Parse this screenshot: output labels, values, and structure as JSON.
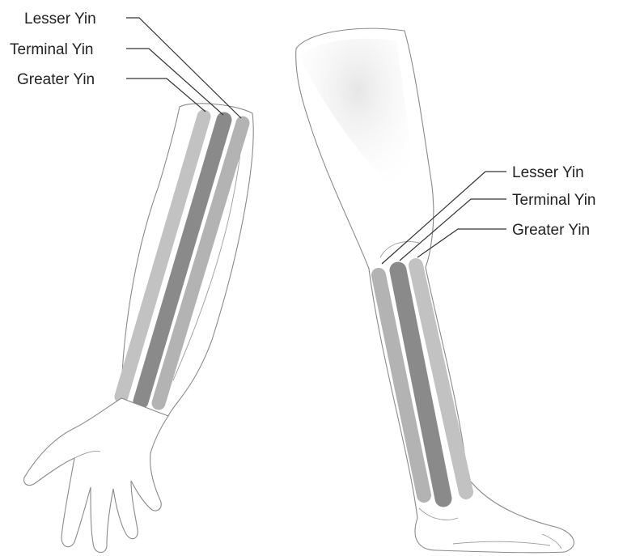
{
  "arm": {
    "labels": [
      "Lesser Yin",
      "Terminal Yin",
      "Greater Yin"
    ]
  },
  "leg": {
    "labels": [
      "Lesser Yin",
      "Terminal Yin",
      "Greater Yin"
    ]
  },
  "colors": {
    "outer_band": "#b3b3b3",
    "middle_band": "#8a8a8a",
    "inner_band": "#c2c2c2",
    "outline": "#8a8a8a",
    "shading": "#e3e3e3",
    "leader_line": "#333333"
  }
}
